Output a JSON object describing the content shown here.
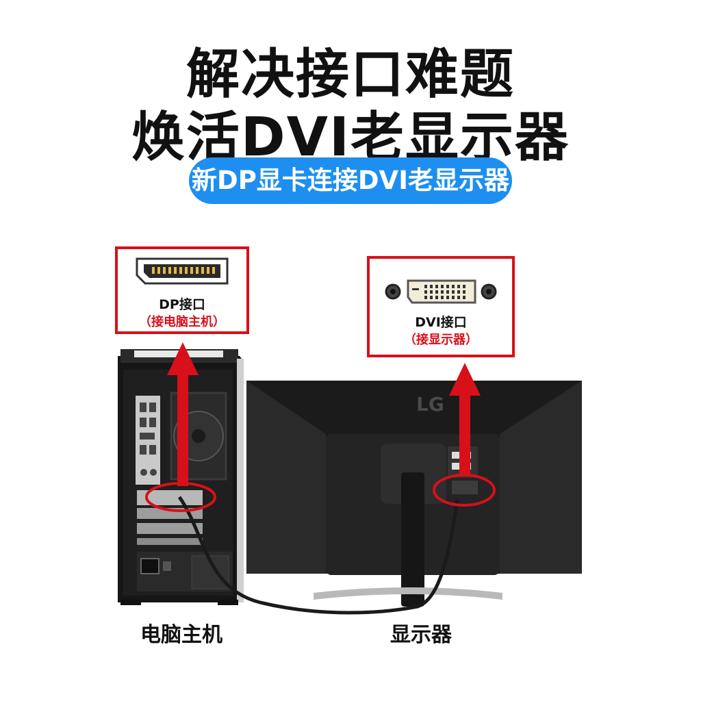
{
  "heading": {
    "line1": "解决接口难题",
    "line2": "焕活DVI老显示器"
  },
  "badge": {
    "text": "新DP显卡连接DVI老显示器",
    "color": "#1e8ff0"
  },
  "callouts": {
    "dp": {
      "label": "DP接口",
      "sub": "（接电脑主机）"
    },
    "dvi": {
      "label": "DVI接口",
      "sub": "（接显示器）"
    }
  },
  "captions": {
    "pc": "电脑主机",
    "monitor": "显示器"
  },
  "monitor_brand": "LG",
  "colors": {
    "accent_red": "#d8101a",
    "device_black": "#1b1b1b"
  },
  "icons": [
    "dp-port-icon",
    "dvi-port-icon",
    "arrow-up-icon"
  ]
}
